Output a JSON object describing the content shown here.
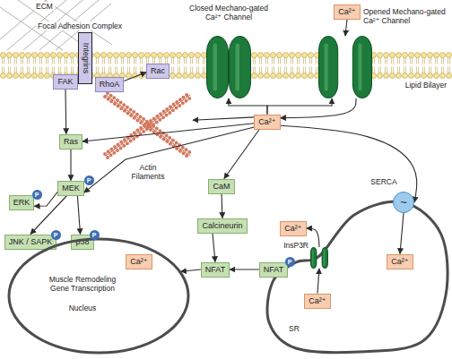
{
  "diagram": {
    "nodes": [
      {
        "text": [
          "Integrins"
        ]
      },
      {
        "text": [
          "FAK"
        ]
      },
      {
        "text": [
          "RhoA"
        ]
      },
      {
        "text": [
          "Rac"
        ]
      },
      {
        "text": [
          "Closed Mechano-gated Ca²⁺ Channel"
        ]
      },
      {
        "text": [
          "Ca²⁺"
        ]
      },
      {
        "text": [
          "Opened Mechano-gated Ca²⁺ Channel"
        ]
      },
      {
        "text": [
          "Ca²⁺"
        ]
      },
      {
        "text": [
          "Ras"
        ]
      },
      {
        "text": [
          "Actin Filaments"
        ]
      },
      {
        "text": [
          "P"
        ]
      },
      {
        "text": [
          "MEK"
        ]
      },
      {
        "text": [
          "ERK"
        ]
      },
      {
        "text": [
          "P"
        ]
      },
      {
        "text": [
          "CaM"
        ]
      },
      {
        "text": [
          "SERCA",
          "~"
        ]
      },
      {
        "text": [
          "Calcineurin"
        ]
      },
      {
        "text": [
          "SR"
        ]
      },
      {
        "text": [
          "Ca²⁺"
        ],
        "in": 17
      },
      {
        "text": [
          "Ca²⁺"
        ]
      },
      {
        "text": [
          "InsP3R"
        ]
      },
      {
        "text": [
          "Ca²⁺"
        ],
        "in": 17
      },
      {
        "text": [
          "JNK / SAPK"
        ]
      },
      {
        "text": [
          "P"
        ]
      },
      {
        "text": [
          "p38"
        ]
      },
      {
        "text": [
          "P"
        ]
      },
      {
        "text": [
          "Muscle Remodeling Gene Transcription",
          "Nucleus"
        ]
      },
      {
        "text": [
          "Ca²⁺"
        ],
        "in": 26
      },
      {
        "text": [
          "NFAT"
        ]
      },
      {
        "text": [
          "NFAT"
        ]
      },
      {
        "text": [
          "P"
        ]
      }
    ],
    "edges": [
      {
        "from": 2,
        "to": 3,
        "arrow": "to"
      },
      {
        "from": 1,
        "to": 8,
        "arrow": "to"
      },
      {
        "from": 8,
        "to": 11,
        "arrow": "to"
      },
      {
        "from": 11,
        "to": 12,
        "arrow": "to"
      },
      {
        "from": 11,
        "to": 22,
        "arrow": "to"
      },
      {
        "from": 11,
        "to": 24,
        "arrow": "to"
      },
      {
        "from": 7,
        "to": 8,
        "arrow": "to"
      },
      {
        "from": 7,
        "to": 11,
        "arrow": "to"
      },
      {
        "from": 7,
        "to": 9,
        "arrow": "to"
      },
      {
        "from": 7,
        "to": 4,
        "arrow": "to"
      },
      {
        "from": 7,
        "to": 6,
        "arrow": "to"
      },
      {
        "from": 5,
        "to": 6,
        "arrow": "to"
      },
      {
        "from": 6,
        "to": 7,
        "arrow": "to"
      },
      {
        "from": 7,
        "to": 14,
        "arrow": "to"
      },
      {
        "from": 14,
        "to": 16,
        "arrow": "to"
      },
      {
        "from": 16,
        "to": 28,
        "arrow": "to"
      },
      {
        "from": 29,
        "to": 28,
        "arrow": "to"
      },
      {
        "from": 28,
        "to": 26,
        "arrow": "to"
      },
      {
        "from": 7,
        "to": 15,
        "arrow": "to"
      },
      {
        "from": 15,
        "to": 18,
        "arrow": "to"
      },
      {
        "from": 21,
        "to": 20,
        "arrow": "to"
      },
      {
        "from": 20,
        "to": 19,
        "arrow": "to"
      }
    ],
    "labels": [
      "ECM",
      "Focal Adhesion Complex",
      "Lipid Bilayer"
    ]
  }
}
